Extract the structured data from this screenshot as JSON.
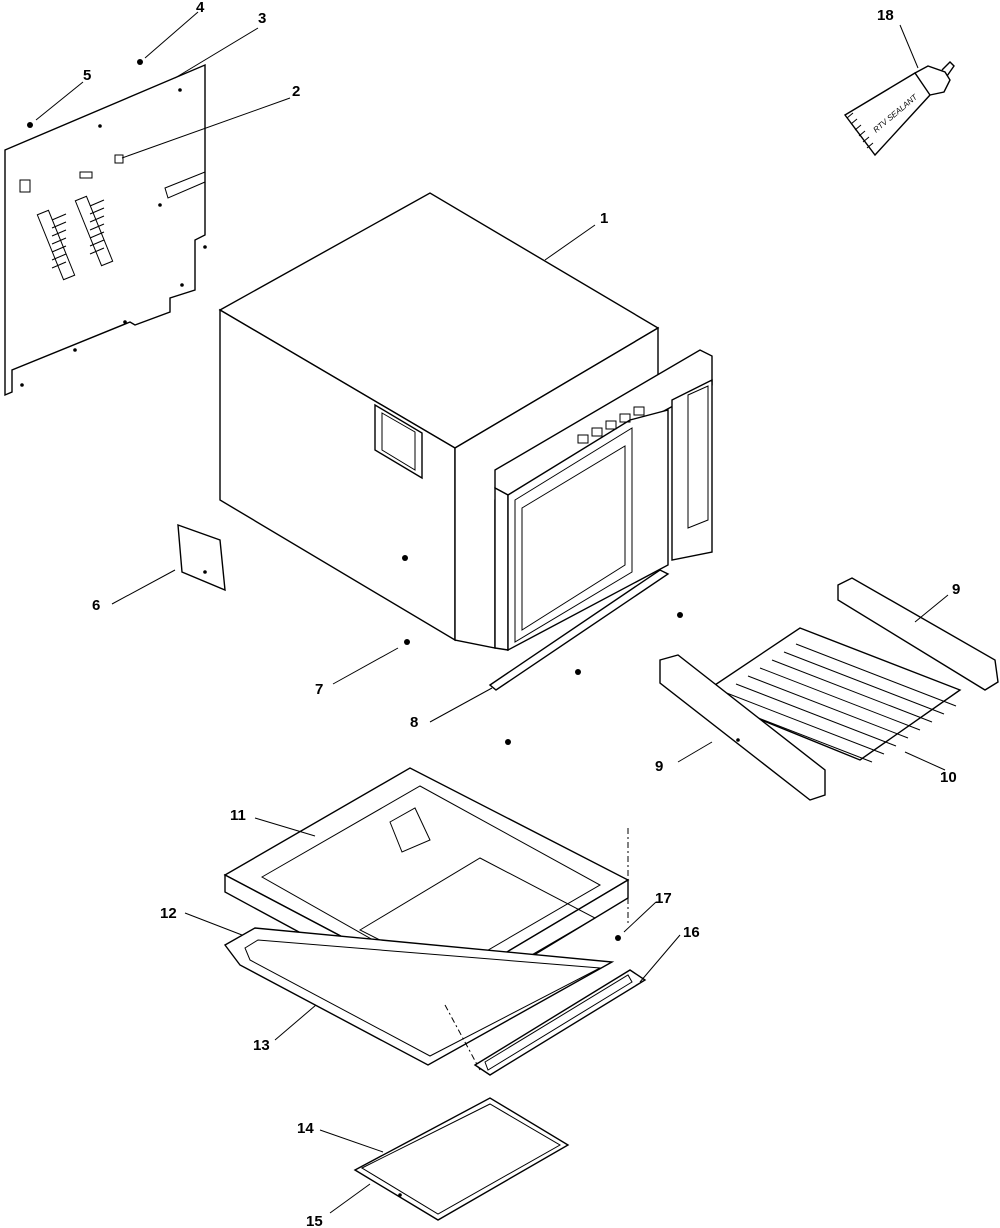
{
  "callouts": [
    {
      "id": "1",
      "label": "1"
    },
    {
      "id": "2",
      "label": "2"
    },
    {
      "id": "3",
      "label": "3"
    },
    {
      "id": "4",
      "label": "4"
    },
    {
      "id": "5",
      "label": "5"
    },
    {
      "id": "6",
      "label": "6"
    },
    {
      "id": "7",
      "label": "7"
    },
    {
      "id": "8",
      "label": "8"
    },
    {
      "id": "9a",
      "label": "9"
    },
    {
      "id": "9b",
      "label": "9"
    },
    {
      "id": "10",
      "label": "10"
    },
    {
      "id": "11",
      "label": "11"
    },
    {
      "id": "12",
      "label": "12"
    },
    {
      "id": "13",
      "label": "13"
    },
    {
      "id": "14",
      "label": "14"
    },
    {
      "id": "15",
      "label": "15"
    },
    {
      "id": "16",
      "label": "16"
    },
    {
      "id": "17",
      "label": "17"
    },
    {
      "id": "18",
      "label": "18"
    }
  ],
  "tube_label": "RTV SEALANT"
}
